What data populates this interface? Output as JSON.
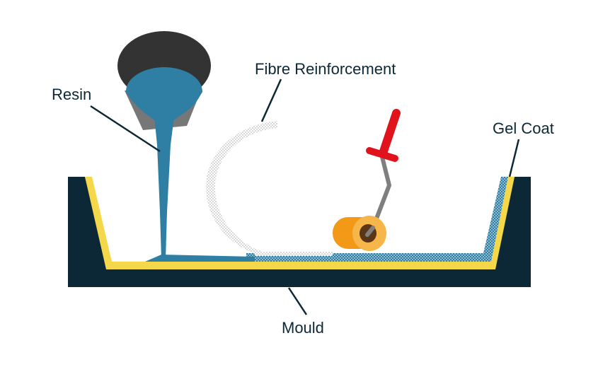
{
  "labels": {
    "resin": "Resin",
    "fibre": "Fibre Reinforcement",
    "gel_coat": "Gel Coat",
    "mould": "Mould"
  },
  "colors": {
    "mould": "#0c2836",
    "gel_coat": "#f4d84a",
    "resin": "#2e7fa3",
    "bucket_outer": "#333333",
    "bucket_side": "#777777",
    "fibre": "#c8c8c8",
    "roller_handle": "#e0131d",
    "roller_rod": "#7f7f7f",
    "roller_body": "#f29a18",
    "roller_end": "#f7b64a",
    "roller_core": "#5a3616",
    "text": "#0c2836",
    "leader_line": "#0c2836"
  },
  "icons": {
    "bucket": "bucket-icon",
    "roller": "paint-roller-icon"
  }
}
